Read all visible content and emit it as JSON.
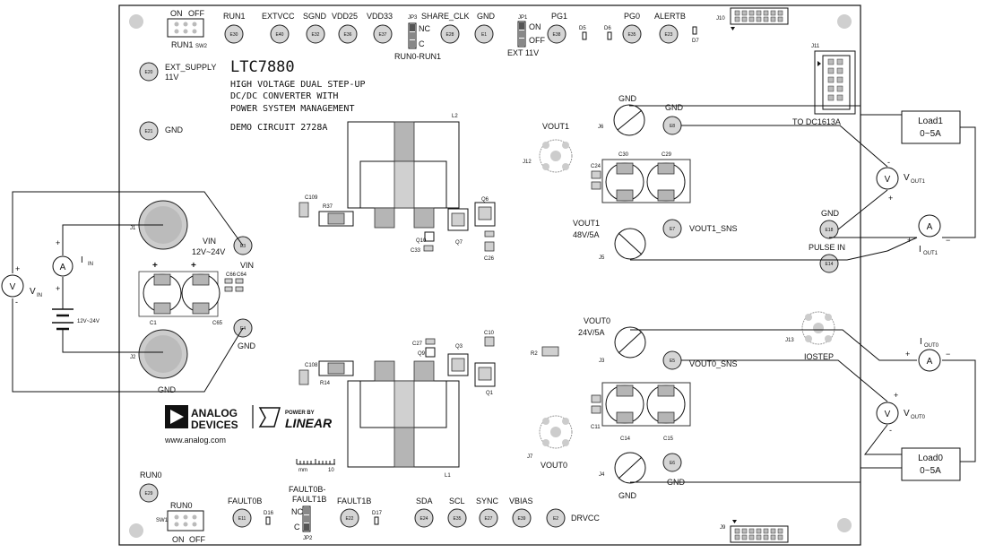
{
  "board": {
    "part": "LTC7880",
    "description": [
      "HIGH VOLTAGE DUAL STEP-UP",
      "DC/DC CONVERTER WITH",
      "POWER SYSTEM MANAGEMENT"
    ],
    "demo_circuit": "DEMO CIRCUIT 2728A",
    "website": "www.analog.com",
    "logo_adi": [
      "ANALOG",
      "DEVICES"
    ],
    "logo_power_by": "POWER BY",
    "logo_linear": "LINEAR"
  },
  "top_row": {
    "sw2_on": "ON",
    "sw2_off": "OFF",
    "sw2_name": "RUN1",
    "sw2_ref": "SW2",
    "run1": "RUN1",
    "extvcc": "EXTVCC",
    "sgnd": "SGND",
    "vdd25": "VDD25",
    "vdd33": "VDD33",
    "jp3": "JP3",
    "share_clk": "SHARE_CLK",
    "gnd": "GND",
    "jp3_nc": "NC",
    "jp3_c": "C",
    "jp3_name": "RUN0-RUN1",
    "jp1": "JP1",
    "jp1_on": "ON",
    "jp1_off": "OFF",
    "jp1_name": "EXT 11V",
    "pg1": "PG1",
    "pg0": "PG0",
    "alertb": "ALERTB",
    "j10": "J10",
    "d5": "D5",
    "d6": "D6",
    "d7": "D7"
  },
  "pads": {
    "e30": "E30",
    "e40": "E40",
    "e32": "E32",
    "e36": "E36",
    "e37": "E37",
    "e28": "E28",
    "e1": "E1",
    "e38": "E38",
    "e35": "E35",
    "e23": "E23",
    "e20": "E20",
    "e21": "E21",
    "e3": "E3",
    "e4": "E4",
    "e8": "E8",
    "e7": "E7",
    "e18": "E18",
    "e14": "E14",
    "e5": "E5",
    "e6": "E6",
    "e29": "E29",
    "e11": "E11",
    "e22": "E22",
    "e24": "E24",
    "e35b": "E35",
    "e27": "E27",
    "e39": "E39",
    "e2": "E2"
  },
  "left": {
    "ext_supply": [
      "EXT_SUPPLY",
      "11V"
    ],
    "gnd_e21": "GND",
    "j1": "J1",
    "j2": "J2",
    "vin": "VIN",
    "vin_range": "12V~24V",
    "vin_e3": "VIN",
    "gnd_e4": "GND",
    "gnd_j2": "GND",
    "c1": "C1",
    "c65": "C65",
    "c66": "C66",
    "c64": "C64",
    "ext_vin": "V",
    "ext_vin_sub": "IN",
    "ext_iin": "I",
    "ext_iin_sub": "IN",
    "ext_v_sym": "V",
    "ext_a_sym": "A",
    "ext_batt": "12V~24V"
  },
  "center": {
    "l2": "L2",
    "l1": "L1",
    "c109": "C109",
    "r37": "R37",
    "q6": "Q6",
    "q10": "Q10",
    "q7": "Q7",
    "c33": "C33",
    "c26": "C26",
    "c108": "C108",
    "r14": "R14",
    "c27": "C27",
    "q9": "Q9",
    "q3": "Q3",
    "c10": "C10",
    "q1": "Q1",
    "r2": "R2",
    "mm": "mm",
    "ten": "10"
  },
  "right": {
    "j11": "J11",
    "to_dc1613a": "TO DC1613A",
    "gnd_j6": "GND",
    "j6": "J6",
    "gnd_e8": "GND",
    "vout1_probe": "VOUT1",
    "j12": "J12",
    "c24": "C24",
    "c30": "C30",
    "c29": "C29",
    "vout1": "VOUT1",
    "vout1_rating": "48V/5A",
    "j5": "J5",
    "vout1_sns": "VOUT1_SNS",
    "gnd_e18": "GND",
    "pulse_in": "PULSE IN",
    "vout0": "VOUT0",
    "vout0_rating": "24V/5A",
    "j3": "J3",
    "vout0_sns": "VOUT0_SNS",
    "j13": "J13",
    "iostep": "IOSTEP",
    "c11": "C11",
    "c14": "C14",
    "c15": "C15",
    "j7": "J7",
    "vout0_probe": "VOUT0",
    "j4": "J4",
    "gnd_j4": "GND",
    "gnd_e6": "GND"
  },
  "external_right": {
    "load1": [
      "Load1",
      "0~5A"
    ],
    "load0": [
      "Load0",
      "0~5A"
    ],
    "vout1_meter": "V",
    "vout1_meter_label": "V",
    "vout1_meter_sub": "OUT1",
    "iout1_meter": "A",
    "iout1_label": "I",
    "iout1_sub": "OUT1",
    "iout0_meter": "A",
    "iout0_label": "I",
    "iout0_sub": "OUT0",
    "vout0_meter": "V",
    "vout0_meter_label": "V",
    "vout0_meter_sub": "OUT0"
  },
  "bottom_row": {
    "run0": "RUN0",
    "sw1": "SW1",
    "sw1_name": "RUN0",
    "sw1_on": "ON",
    "sw1_off": "OFF",
    "fault0b": "FAULT0B",
    "d16": "D16",
    "jp2_label": [
      "FAULT0B-",
      "FAULT1B"
    ],
    "jp2_nc": "NC",
    "jp2_c": "C",
    "jp2": "JP2",
    "fault1b": "FAULT1B",
    "d17": "D17",
    "sda": "SDA",
    "scl": "SCL",
    "sync": "SYNC",
    "vbias": "VBIAS",
    "drvcc": "DRVCC",
    "j9": "J9"
  },
  "signs": {
    "plus": "+",
    "minus": "−",
    "thin_minus": "-"
  }
}
